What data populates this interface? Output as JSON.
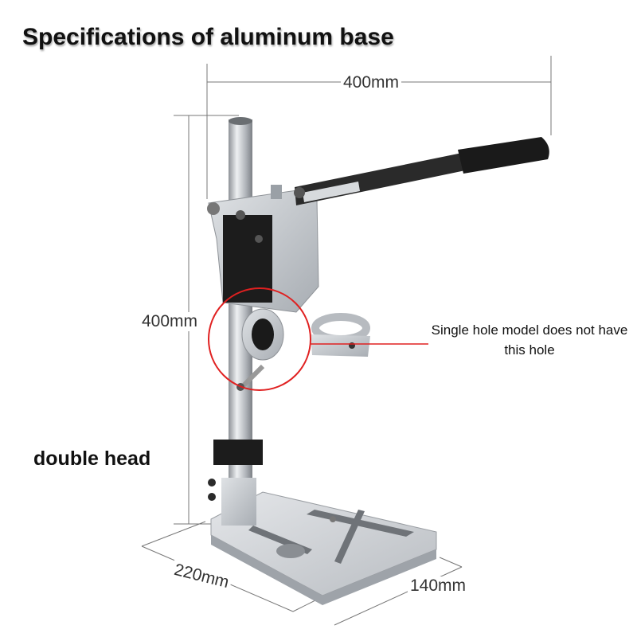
{
  "title": "Specifications of aluminum base",
  "dimensions": {
    "handle_width": "400mm",
    "height": "400mm",
    "base_length": "220mm",
    "base_width": "140mm"
  },
  "callout": "Single hole model does not have this hole",
  "model_label": "double head",
  "colors": {
    "aluminum": "#c9ccd0",
    "rubber": "#1c1c1c",
    "callout_circle": "#e02020"
  }
}
